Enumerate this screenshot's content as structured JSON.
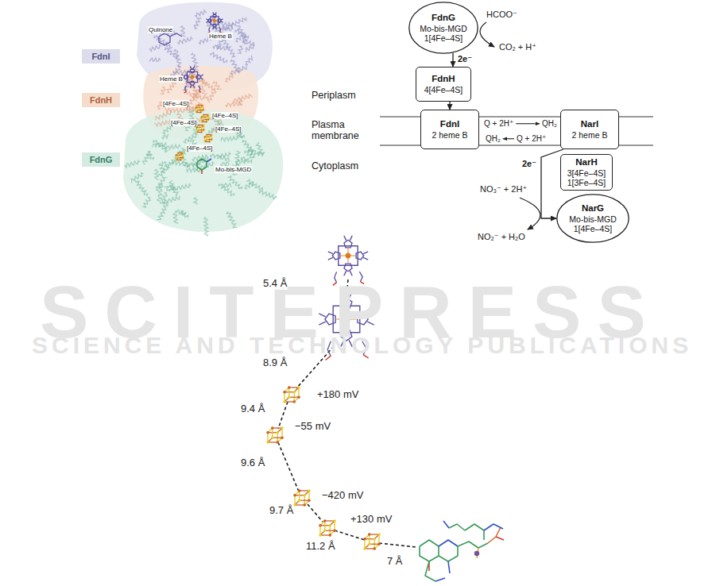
{
  "diagram": {
    "nodes": [
      {
        "text": [
          "FdnI"
        ]
      },
      {
        "text": [
          "FdnH"
        ]
      },
      {
        "text": [
          "FdnG"
        ]
      },
      {
        "text": [
          "FdnG",
          "Mo-bis-MGD 1[4Fe–4S]"
        ]
      },
      {
        "text": [
          "FdnH",
          "4[4Fe–4S]"
        ]
      },
      {
        "text": [
          "FdnI",
          "2 heme B"
        ]
      },
      {
        "text": [
          "NarI",
          "2 heme B"
        ]
      },
      {
        "text": [
          "NarH",
          "3[4Fe–4S] 1[3Fe–4S]"
        ]
      },
      {
        "text": [
          "NarG",
          "Mo-bis-MGD 1[4Fe–4S]"
        ]
      }
    ],
    "edges": [
      {
        "from": 3,
        "to": 4,
        "arrow": "to",
        "label": "2e⁻"
      },
      {
        "from": 4,
        "to": 5,
        "arrow": "to"
      },
      {
        "from": 6,
        "to": 8,
        "arrow": "to",
        "label": "2e⁻"
      }
    ],
    "labels": [
      "Quinone",
      "Heme B",
      "Heme B",
      "[4Fe–4S]",
      "[4Fe–4S]",
      "[4Fe–4S]",
      "[4Fe–4S]",
      "[4Fe–4S]",
      "Mo-bis-MGD",
      "Periplasm",
      "Plasma membrane",
      "Cytoplasm",
      "HCOO⁻",
      "CO₂ + H⁺",
      "Q + 2H⁺",
      "QH₂",
      "QH₂",
      "Q + 2H⁺",
      "NO₃⁻ + 2H⁺",
      "NO₂⁻ + H₂O",
      "SCITEPRESS",
      "SCIENCE AND TECHNOLOGY PUBLICATIONS",
      "5.4 Å",
      "8.9 Å",
      "+180 mV",
      "9.4 Å",
      "−55 mV",
      "9.6 Å",
      "−420 mV",
      "9.7 Å",
      "+130 mV",
      "11.2 Å",
      "7 Å"
    ]
  }
}
